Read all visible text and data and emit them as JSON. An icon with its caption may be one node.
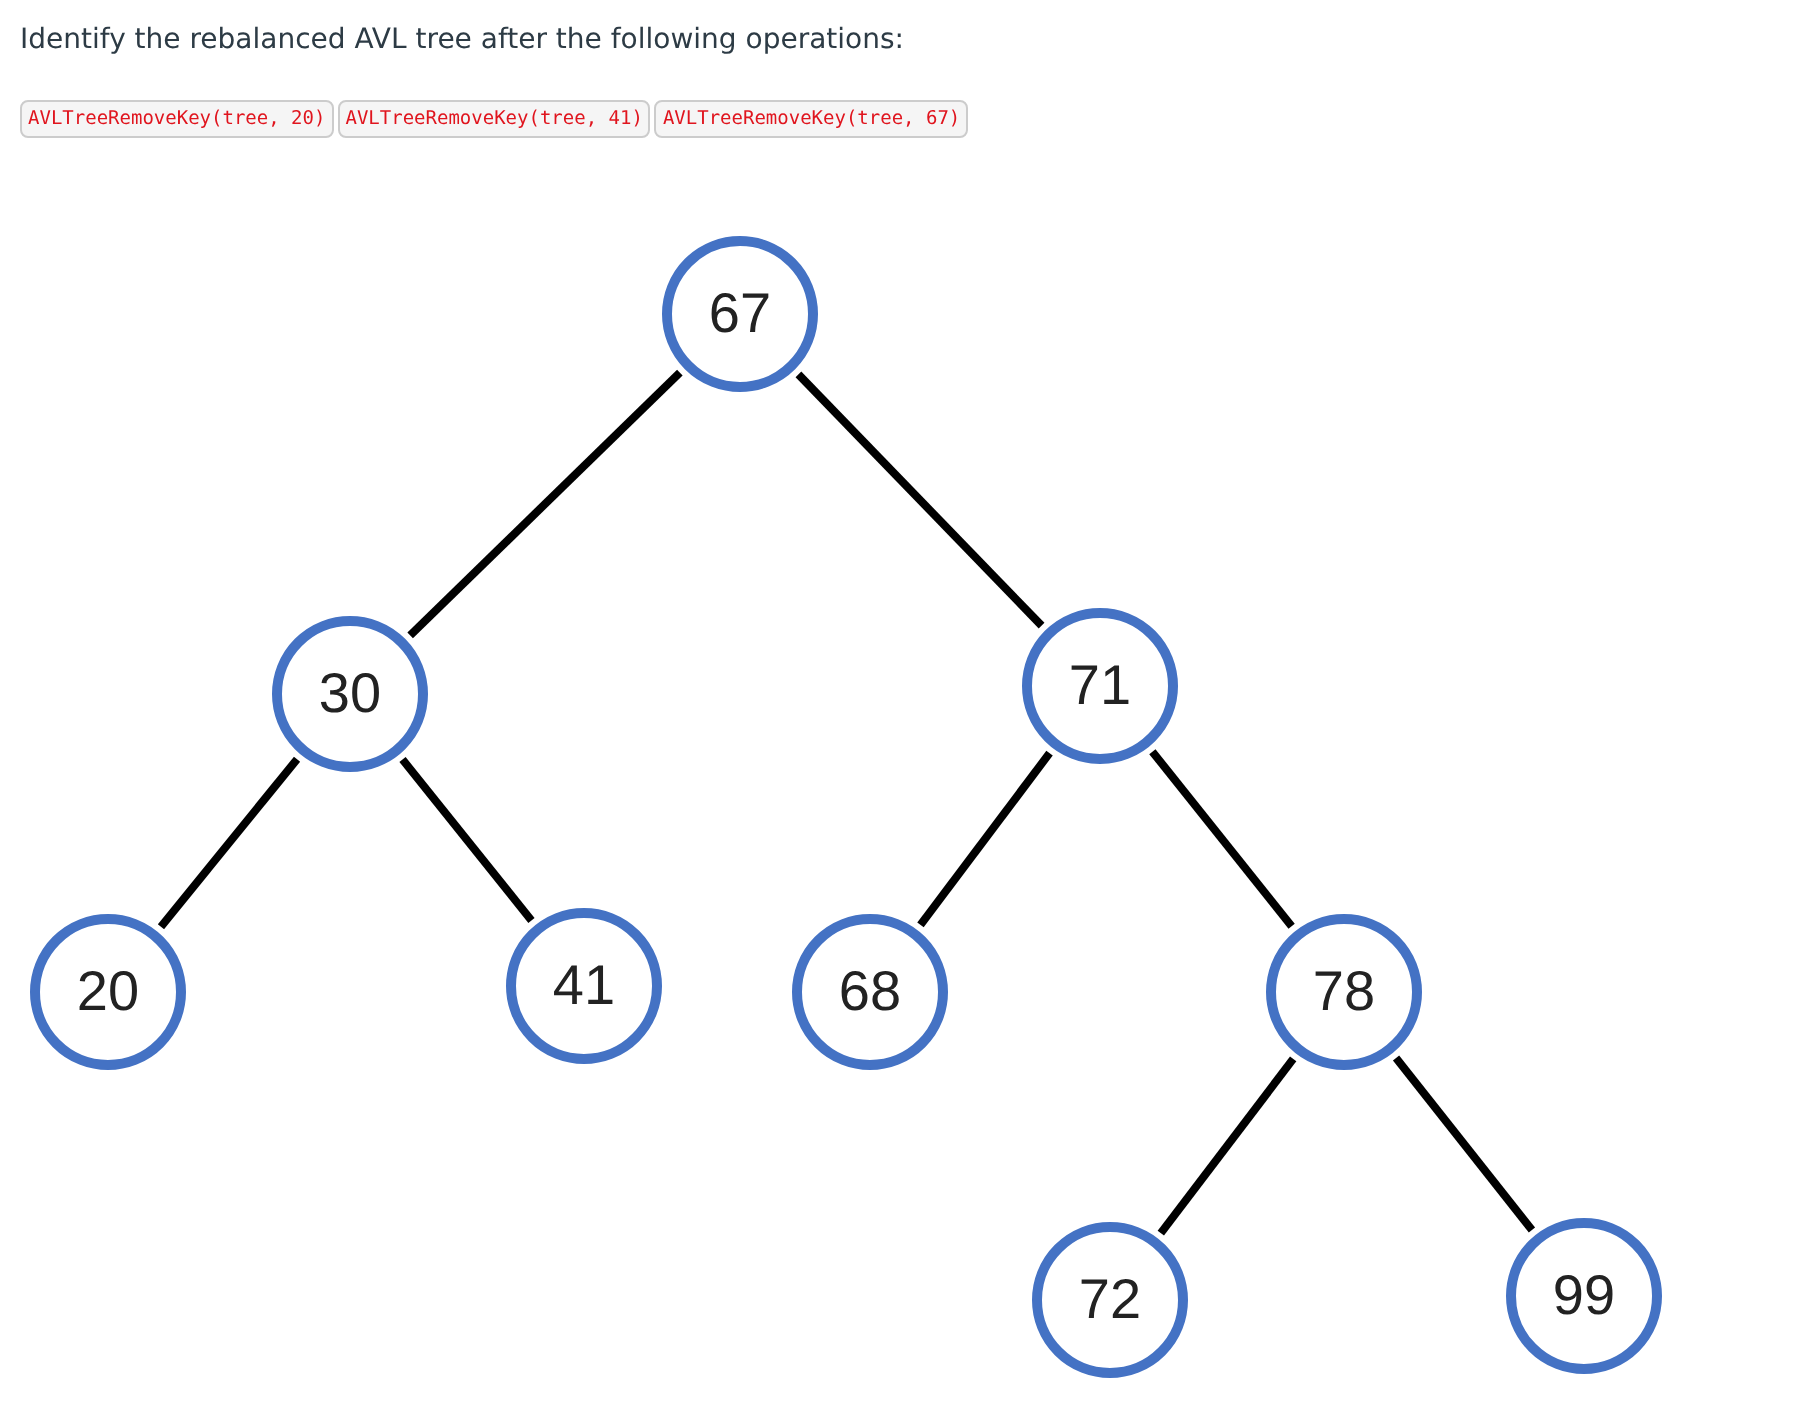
{
  "diagram": {
    "title": "Identify the rebalanced AVL tree after the following operations:",
    "labels": [
      "AVLTreeRemoveKey(tree, 20)",
      "AVLTreeRemoveKey(tree, 41)",
      "AVLTreeRemoveKey(tree, 67)"
    ],
    "nodes": [
      {
        "text": [
          "67"
        ]
      },
      {
        "text": [
          "30"
        ]
      },
      {
        "text": [
          "71"
        ]
      },
      {
        "text": [
          "20"
        ]
      },
      {
        "text": [
          "41"
        ]
      },
      {
        "text": [
          "68"
        ]
      },
      {
        "text": [
          "78"
        ]
      },
      {
        "text": [
          "72"
        ]
      },
      {
        "text": [
          "99"
        ]
      }
    ],
    "edges": [
      {
        "from": 0,
        "to": 1,
        "arrow": "none"
      },
      {
        "from": 0,
        "to": 2,
        "arrow": "none"
      },
      {
        "from": 1,
        "to": 3,
        "arrow": "none"
      },
      {
        "from": 1,
        "to": 4,
        "arrow": "none"
      },
      {
        "from": 2,
        "to": 5,
        "arrow": "none"
      },
      {
        "from": 2,
        "to": 6,
        "arrow": "none"
      },
      {
        "from": 6,
        "to": 7,
        "arrow": "none"
      },
      {
        "from": 6,
        "to": 8,
        "arrow": "none"
      }
    ]
  }
}
